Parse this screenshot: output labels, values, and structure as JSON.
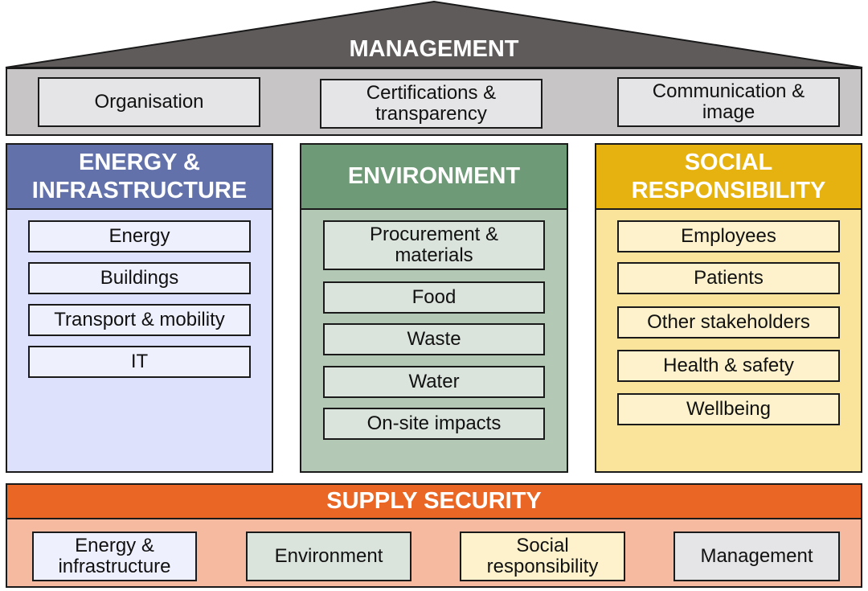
{
  "colors": {
    "roof": "#5f5b5b",
    "management_band": "#c7c5c5",
    "management_item": "#e5e4e6",
    "energy_header": "#6271aa",
    "energy_body": "#dde1fb",
    "energy_item": "#eef0fe",
    "environment_header": "#6f9a77",
    "environment_body": "#b3c9b6",
    "environment_item": "#dae4dc",
    "social_header": "#e6b210",
    "social_body": "#fae39a",
    "social_item": "#fdf2cc",
    "supply_header": "#e96625",
    "supply_body": "#f6baa0"
  },
  "management": {
    "title": "MANAGEMENT",
    "items": [
      "Organisation",
      "Certifications & transparency",
      "Communication & image"
    ]
  },
  "pillars": [
    {
      "title": "ENERGY & INFRASTRUCTURE",
      "items": [
        "Energy",
        "Buildings",
        "Transport & mobility",
        "IT"
      ]
    },
    {
      "title": "ENVIRONMENT",
      "items": [
        "Procurement & materials",
        "Food",
        "Waste",
        "Water",
        "On-site impacts"
      ]
    },
    {
      "title": "SOCIAL RESPONSIBILITY",
      "items": [
        "Employees",
        "Patients",
        "Other stakeholders",
        "Health & safety",
        "Wellbeing"
      ]
    }
  ],
  "supply_security": {
    "title": "SUPPLY SECURITY",
    "items": [
      "Energy & infrastructure",
      "Environment",
      "Social responsibility",
      "Management"
    ]
  }
}
